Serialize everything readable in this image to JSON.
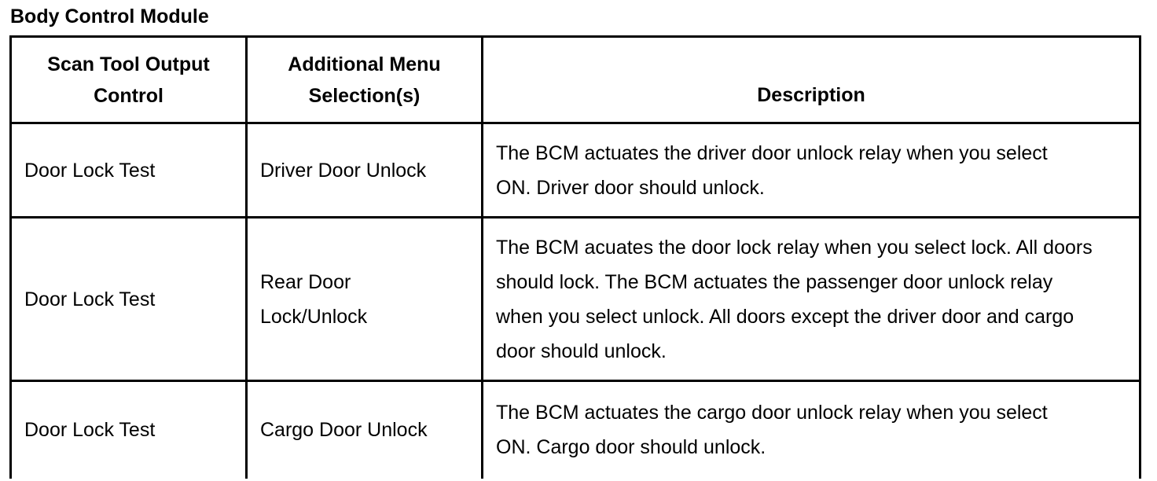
{
  "document": {
    "title": "Body Control Module"
  },
  "table": {
    "headers": {
      "col1": "Scan Tool Output Control",
      "col2": "Additional Menu Selection(s)",
      "col3": "Description"
    },
    "rows": [
      {
        "output_control": "Door Lock Test",
        "menu_selection": "Driver Door Unlock",
        "description": "The BCM actuates the driver door unlock relay when you select ON. Driver door should unlock."
      },
      {
        "output_control": "Door Lock Test",
        "menu_selection": "Rear Door Lock/Unlock",
        "description": "The BCM acuates the door lock relay when you select lock. All doors should lock. The BCM actuates the passenger door unlock relay when you select unlock. All doors except the driver door and cargo door should unlock."
      },
      {
        "output_control": "Door Lock Test",
        "menu_selection": "Cargo Door Unlock",
        "description": "The BCM actuates the cargo door unlock relay when you select ON. Cargo door should unlock."
      }
    ]
  }
}
